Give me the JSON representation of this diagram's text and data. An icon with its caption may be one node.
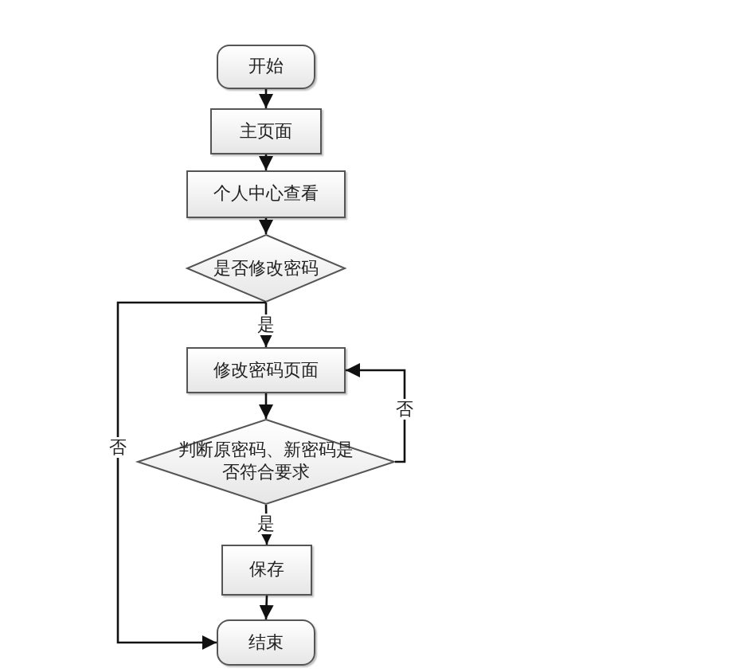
{
  "diagram": {
    "nodes": [
      {
        "text": [
          "开始"
        ]
      },
      {
        "text": [
          "主页面"
        ]
      },
      {
        "text": [
          "个人中心查看"
        ]
      },
      {
        "text": [
          "是否修改密码"
        ]
      },
      {
        "text": [
          "修改密码页面"
        ]
      },
      {
        "text": [
          "判断原密码、新密码是否符合要求"
        ]
      },
      {
        "text": [
          "保存"
        ]
      },
      {
        "text": [
          "结束"
        ]
      }
    ],
    "edges": [
      {
        "from": 0,
        "to": 1,
        "arrow": "to"
      },
      {
        "from": 1,
        "to": 2,
        "arrow": "to"
      },
      {
        "from": 2,
        "to": 3,
        "arrow": "to"
      },
      {
        "from": 3,
        "to": 4,
        "arrow": "to",
        "label": "是"
      },
      {
        "from": 3,
        "to": 7,
        "arrow": "to",
        "label": "否"
      },
      {
        "from": 4,
        "to": 5,
        "arrow": "to"
      },
      {
        "from": 5,
        "to": 4,
        "arrow": "to",
        "label": "否"
      },
      {
        "from": 5,
        "to": 6,
        "arrow": "to",
        "label": "是"
      },
      {
        "from": 6,
        "to": 7,
        "arrow": "to"
      }
    ]
  }
}
